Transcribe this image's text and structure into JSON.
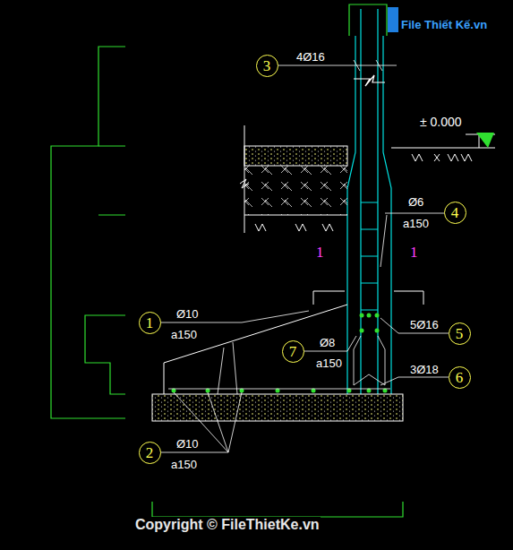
{
  "diagram": {
    "nodes": [
      {
        "text": [
          "3"
        ]
      },
      {
        "text": [
          "4"
        ]
      },
      {
        "text": [
          "1"
        ]
      },
      {
        "text": [
          "7"
        ]
      },
      {
        "text": [
          "5"
        ]
      },
      {
        "text": [
          "6"
        ]
      },
      {
        "text": [
          "2"
        ]
      }
    ],
    "labels": [
      "File Thiết Kế.vn",
      "4Ø16",
      "± 0.000",
      "Ø6",
      "a150",
      "1",
      "1",
      "Ø10",
      "a150",
      "Ø8",
      "a150",
      "5Ø16",
      "3Ø18",
      "Ø10",
      "a150",
      "Copyright © FileThietKe.vn"
    ]
  }
}
